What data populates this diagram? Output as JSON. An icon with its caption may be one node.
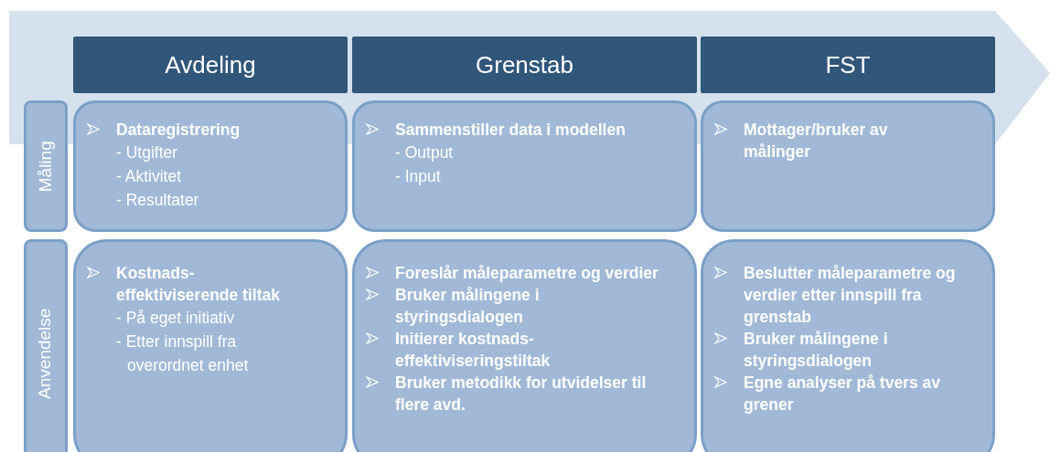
{
  "diagram": {
    "nodes": [
      {
        "text": [
          "Avdeling"
        ]
      },
      {
        "text": [
          "Grenstab"
        ]
      },
      {
        "text": [
          "FST"
        ]
      },
      {
        "text": [
          "Måling"
        ]
      },
      {
        "text": [
          "Anvendelse"
        ]
      },
      {
        "text": [
          "Dataregistrering",
          "- Utgifter",
          "- Aktivitet",
          "- Resultater"
        ]
      },
      {
        "text": [
          "Sammenstiller data i modellen",
          "- Output",
          "- Input"
        ]
      },
      {
        "text": [
          "Mottager/bruker av målinger"
        ]
      },
      {
        "text": [
          "Kostnads- effektiviserende tiltak",
          "- På eget initiativ",
          "- Etter innspill fra overordnet enhet"
        ]
      },
      {
        "text": [
          "Foreslår måleparametre og verdier",
          "Bruker målingene i styringsdialogen",
          "Initierer kostnads- effektiviseringstiltak",
          "Bruker metodikk for utvidelser til flere avd."
        ]
      },
      {
        "text": [
          "Beslutter måleparametre og verdier etter innspill fra grenstab",
          "Bruker målingene i styringsdialogen",
          "Egne analyser på tvers av grener"
        ]
      }
    ]
  }
}
